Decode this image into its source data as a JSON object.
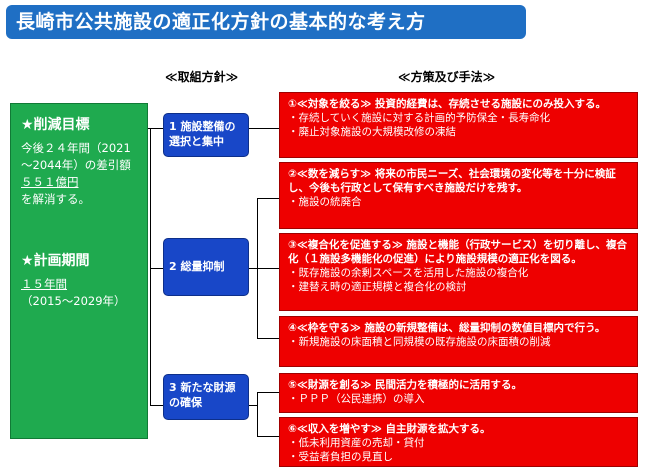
{
  "title": "長崎市公共施設の適正化方針の基本的な考え方",
  "headers": {
    "policy": "≪取組方針≫",
    "measures": "≪方策及び手法≫"
  },
  "target": {
    "reduction_title": "★削減目標",
    "reduction_line1": "今後２４年間（2021",
    "reduction_line2": "～2044年）の差引額",
    "reduction_amount": "５５１億円",
    "reduction_line3": "を解消する。",
    "period_title": "★計画期間",
    "period_years": "１５年間",
    "period_range": "（2015～2029年）"
  },
  "policies": [
    {
      "label": "1 施設整備の選択と集中"
    },
    {
      "label": "2 総量抑制"
    },
    {
      "label": "3 新たな財源の確保"
    }
  ],
  "measures": [
    {
      "head": "①≪対象を絞る≫ 投資的経費は、存続させる施設にのみ投入する。",
      "items": [
        "・存続していく施設に対する計画的予防保全・長寿命化",
        "・廃止対象施設の大規模改修の凍結"
      ]
    },
    {
      "head": "②≪数を減らす≫ 将来の市民ニーズ、社会環境の変化等を十分に検証し、今後も行政として保有すべき施設だけを残す。",
      "items": [
        "・施設の統廃合"
      ]
    },
    {
      "head": "③≪複合化を促進する≫ 施設と機能（行政サービス）を切り離し、複合化（１施設多機能化の促進）により施設規模の適正化を図る。",
      "items": [
        "・既存施設の余剰スペースを活用した施設の複合化",
        "・建替え時の適正規模と複合化の検討"
      ]
    },
    {
      "head": "④≪枠を守る≫ 施設の新規整備は、総量抑制の数値目標内で行う。",
      "items": [
        "・新規施設の床面積と同規模の既存施設の床面積の削減"
      ]
    },
    {
      "head": "⑤≪財源を創る≫ 民間活力を積極的に活用する。",
      "items": [
        "・ＰＰＰ（公民連携）の導入"
      ]
    },
    {
      "head": "⑥≪収入を増やす≫ 自主財源を拡大する。",
      "items": [
        "・低未利用資産の売却・貸付",
        "・受益者負担の見直し"
      ]
    }
  ]
}
